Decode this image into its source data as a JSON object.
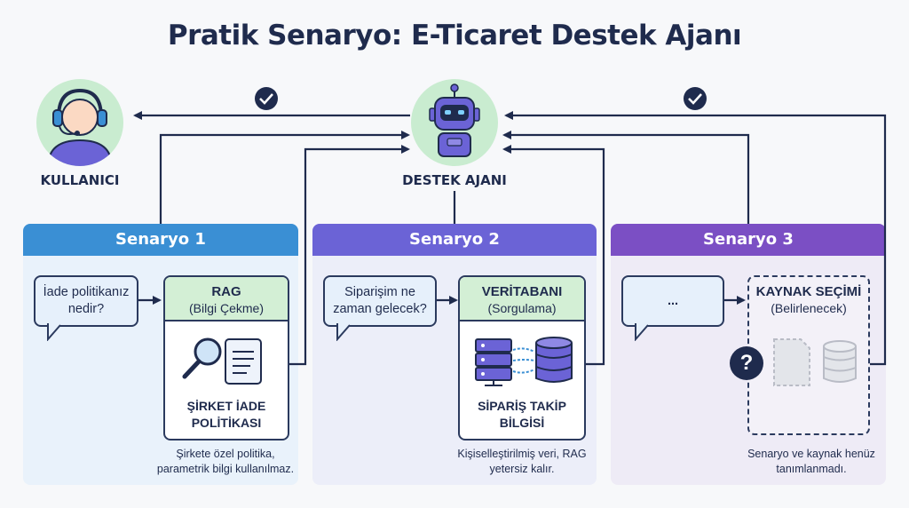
{
  "title": "Pratik Senaryo: E-Ticaret Destek Ajanı",
  "actors": {
    "user_label": "KULLANICI",
    "agent_label": "DESTEK AJANI"
  },
  "scenarios": [
    {
      "header": "Senaryo 1",
      "question": "İade politikanız nedir?",
      "source_title": "RAG",
      "source_subtitle": "(Bilgi Çekme)",
      "source_label": "ŞİRKET İADE POLİTİKASI",
      "note": "Şirkete özel politika, parametrik bilgi kullanılmaz."
    },
    {
      "header": "Senaryo 2",
      "question": "Siparişim ne zaman gelecek?",
      "source_title": "VERİTABANI",
      "source_subtitle": "(Sorgulama)",
      "source_label": "SİPARİŞ TAKİP BİLGİSİ",
      "note": "Kişiselleştirilmiş veri, RAG yetersiz kalır."
    },
    {
      "header": "Senaryo 3",
      "question": "...",
      "source_title": "KAYNAK SEÇİMİ",
      "source_subtitle": "(Belirlenecek)",
      "source_label": "?",
      "note": "Senaryo ve kaynak henüz tanımlanmadı."
    }
  ],
  "colors": {
    "scenario1_header": "#3a8fd4",
    "scenario2_header": "#6b63d6",
    "scenario3_header": "#7b4fc4",
    "line": "#1f2b4d",
    "source_head": "#d3efd5"
  }
}
